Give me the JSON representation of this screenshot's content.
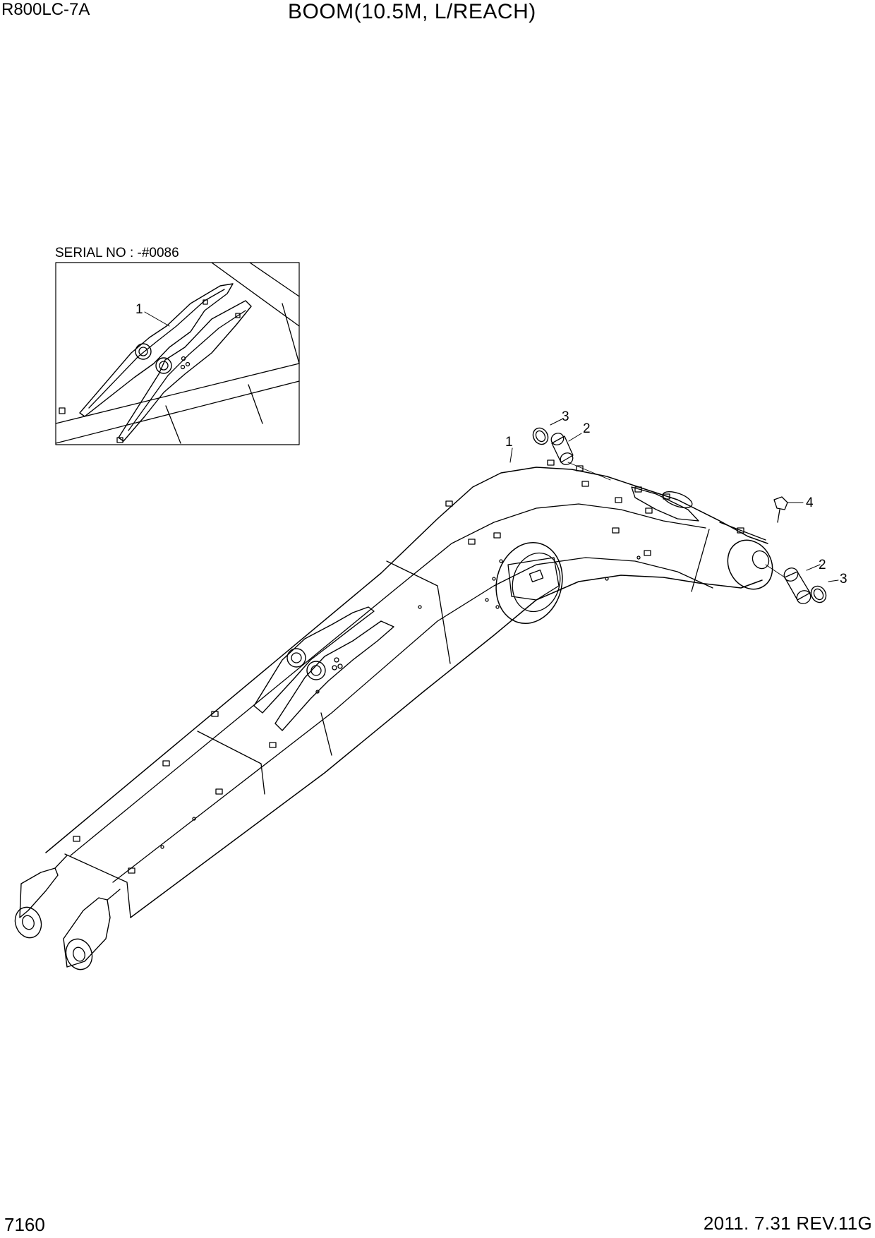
{
  "header": {
    "model": "R800LC-7A",
    "title": "BOOM(10.5M, L/REACH)"
  },
  "inset": {
    "serial_note": "SERIAL NO : -#0086",
    "callouts": [
      "1"
    ]
  },
  "main": {
    "callouts": [
      "1",
      "2",
      "3",
      "4",
      "2",
      "3"
    ]
  },
  "footer": {
    "page_number": "7160",
    "revision": "2011. 7.31  REV.11G"
  },
  "colors": {
    "line": "#000000",
    "background": "#ffffff"
  }
}
